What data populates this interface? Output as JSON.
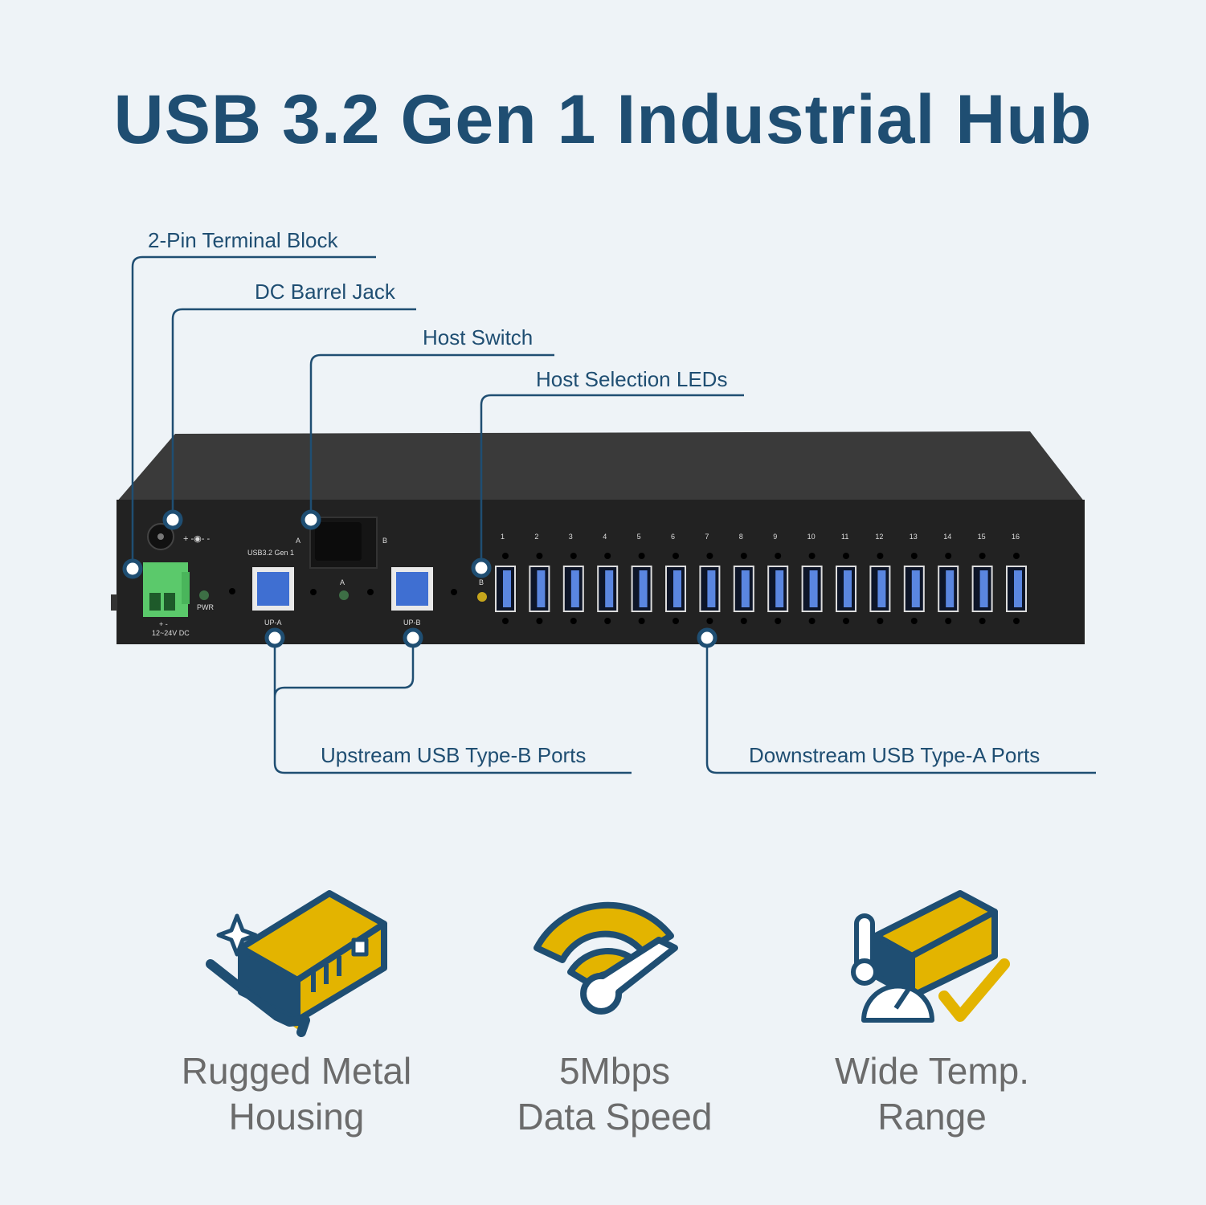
{
  "title": "USB 3.2 Gen 1 Industrial Hub",
  "callouts": {
    "terminal_block": "2-Pin Terminal Block",
    "dc_jack": "DC Barrel Jack",
    "host_switch": "Host Switch",
    "host_leds": "Host Selection LEDs",
    "upstream": "Upstream USB Type-B Ports",
    "downstream": "Downstream USB Type-A Ports"
  },
  "device": {
    "power_symbol": "+ -◉- -",
    "usb_label": "USB3.2 Gen 1",
    "switch_a": "A",
    "switch_b": "B",
    "pwr": "PWR",
    "voltage": "12~24V DC",
    "polarity": "+   -",
    "led_a": "A",
    "led_b": "B",
    "up_a": "UP-A",
    "up_b": "UP-B",
    "port_numbers": [
      "1",
      "2",
      "3",
      "4",
      "5",
      "6",
      "7",
      "8",
      "9",
      "10",
      "11",
      "12",
      "13",
      "14",
      "15",
      "16"
    ]
  },
  "features": [
    {
      "icon": "rugged-housing-icon",
      "line1": "Rugged Metal",
      "line2": "Housing"
    },
    {
      "icon": "data-speed-icon",
      "line1": "5Mbps",
      "line2": "Data Speed"
    },
    {
      "icon": "wide-temp-icon",
      "line1": "Wide Temp.",
      "line2": "Range"
    }
  ],
  "colors": {
    "navy": "#1f4e72",
    "gold": "#e3b400",
    "background": "#eef3f7",
    "text_gray": "#6b6b6b"
  }
}
